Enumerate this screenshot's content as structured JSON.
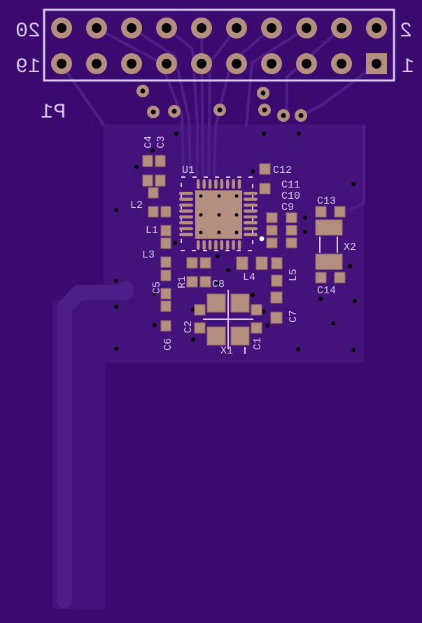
{
  "board": {
    "colors": {
      "substrate": "#3a0a6e",
      "pour": "#45157c",
      "trace": "#4d1f85",
      "pad": "#b48e7e",
      "pad_edge": "#c9a08c",
      "silk": "#d8c7f0",
      "hole": "#000000"
    }
  },
  "header": {
    "ref": "P1",
    "pin_top_left": "20",
    "pin_top_right": "2",
    "pin_bottom_left": "19",
    "pin_bottom_right": "1"
  },
  "labels": {
    "u1": "U1",
    "c1": "C1",
    "c2": "C2",
    "c3": "C3",
    "c4": "C4",
    "c5": "C5",
    "c6": "C6",
    "c7": "C7",
    "c8": "C8",
    "c9": "C9",
    "c10": "C10",
    "c11": "C11",
    "c12": "C12",
    "c13": "C13",
    "c14": "C14",
    "l1": "L1",
    "l2": "L2",
    "l3": "L3",
    "l4": "L4",
    "l5": "L5",
    "r1": "R1",
    "x1": "X1",
    "x2": "X2"
  }
}
